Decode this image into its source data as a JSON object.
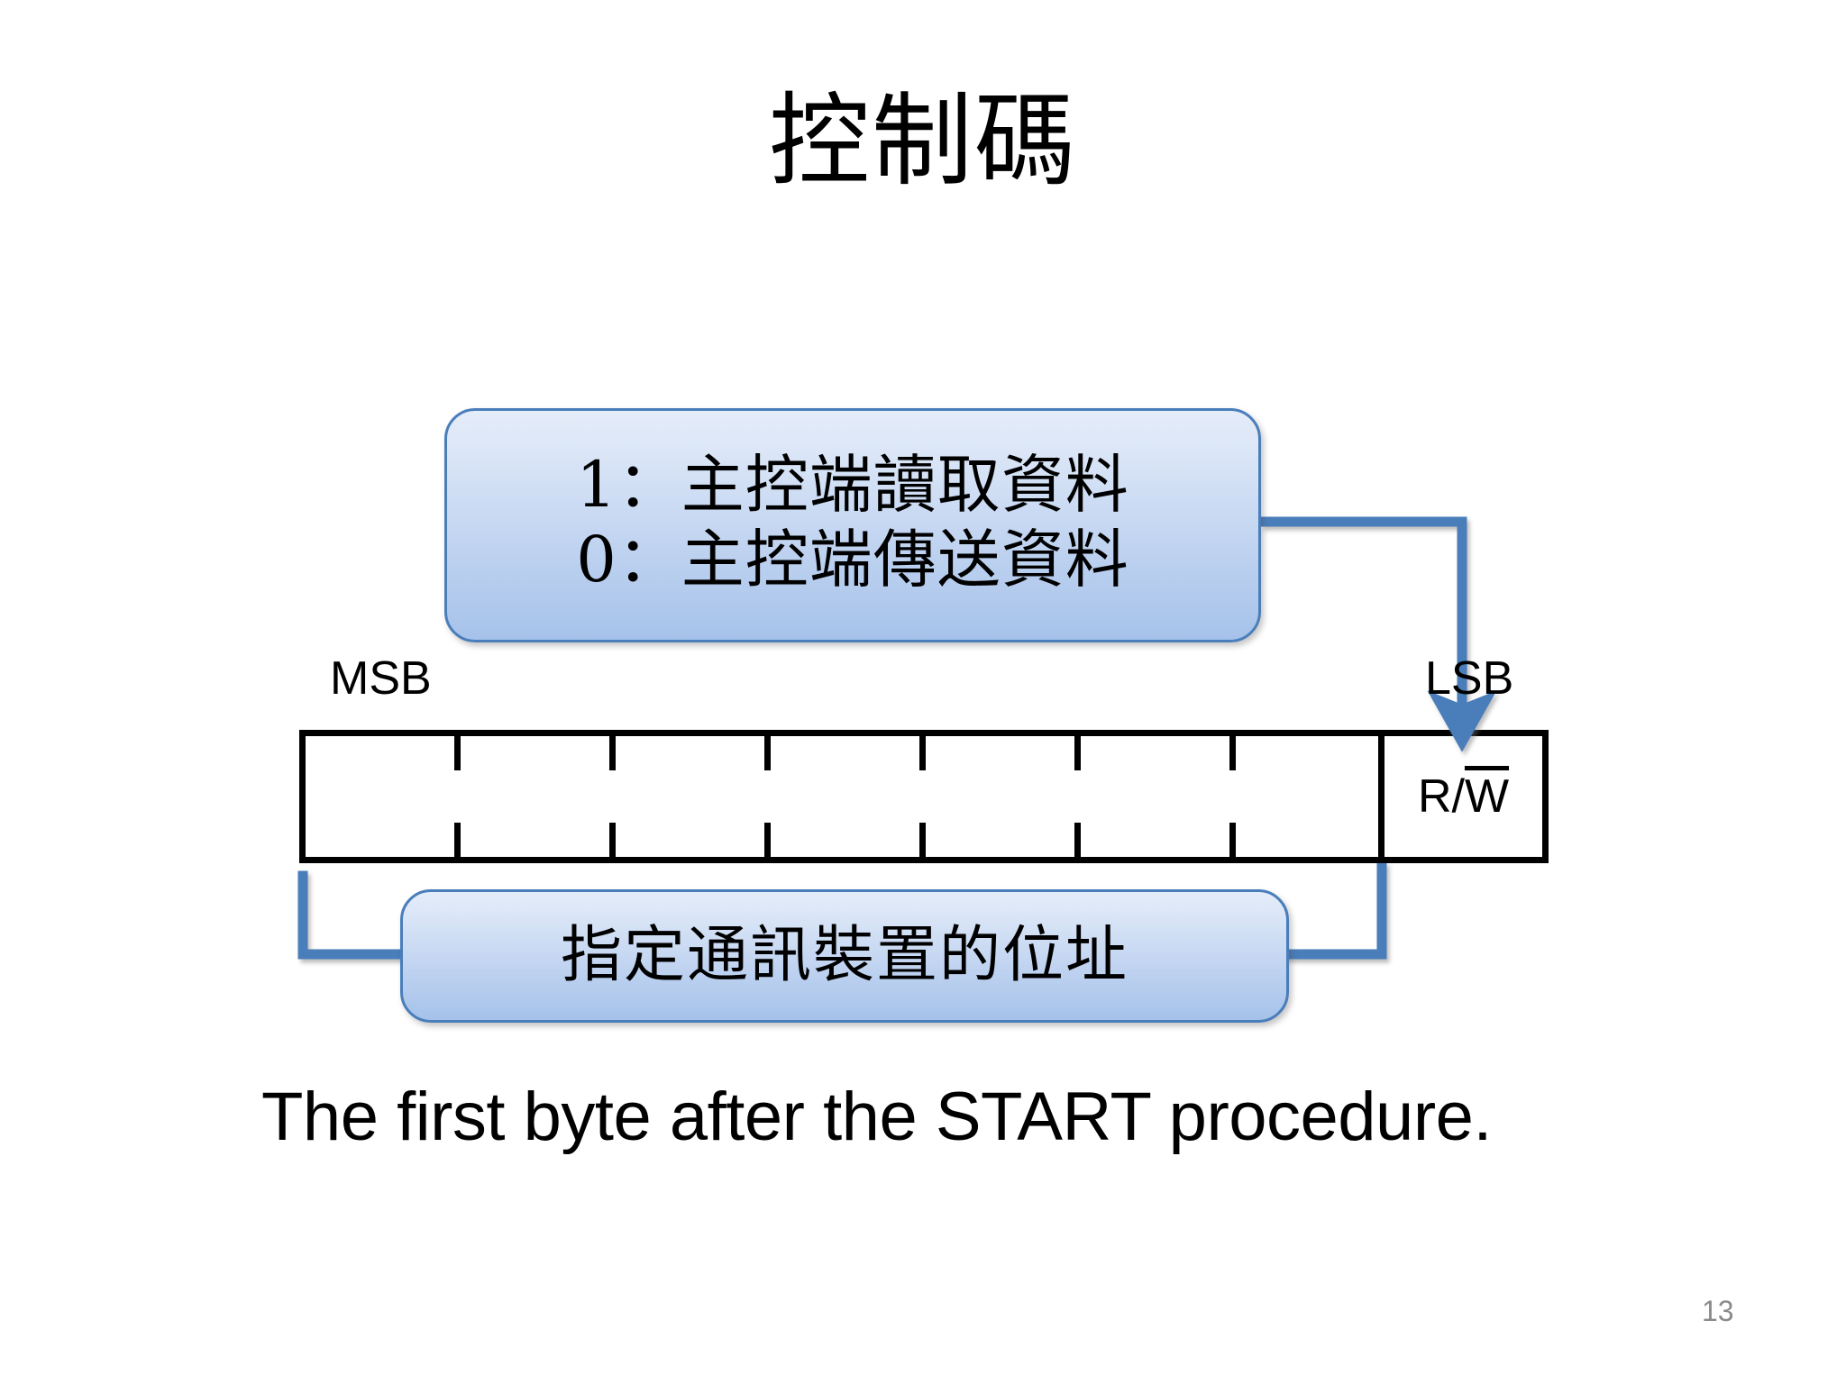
{
  "slide": {
    "title": "控制碼",
    "number": "13",
    "caption": "The first byte after the START procedure."
  },
  "callout_rw": {
    "line1": "1：主控端讀取資料",
    "line2": "0：主控端傳送資料"
  },
  "callout_address": {
    "line1": "指定通訊裝置的位址"
  },
  "byte_diagram": {
    "msb_label": "MSB",
    "lsb_label": "LSB",
    "rw_cell": {
      "prefix": "R/",
      "overlined": "W"
    },
    "total_bits": 8,
    "address_bits": 7,
    "tick_count": 6
  },
  "colors": {
    "accent_blue": "#4a7ebb",
    "callout_fill_top": "#e4ecf9",
    "callout_fill_bottom": "#a6c2ea",
    "outline_black": "#000000",
    "slide_number_grey": "#8a8a8a",
    "background": "#ffffff"
  }
}
